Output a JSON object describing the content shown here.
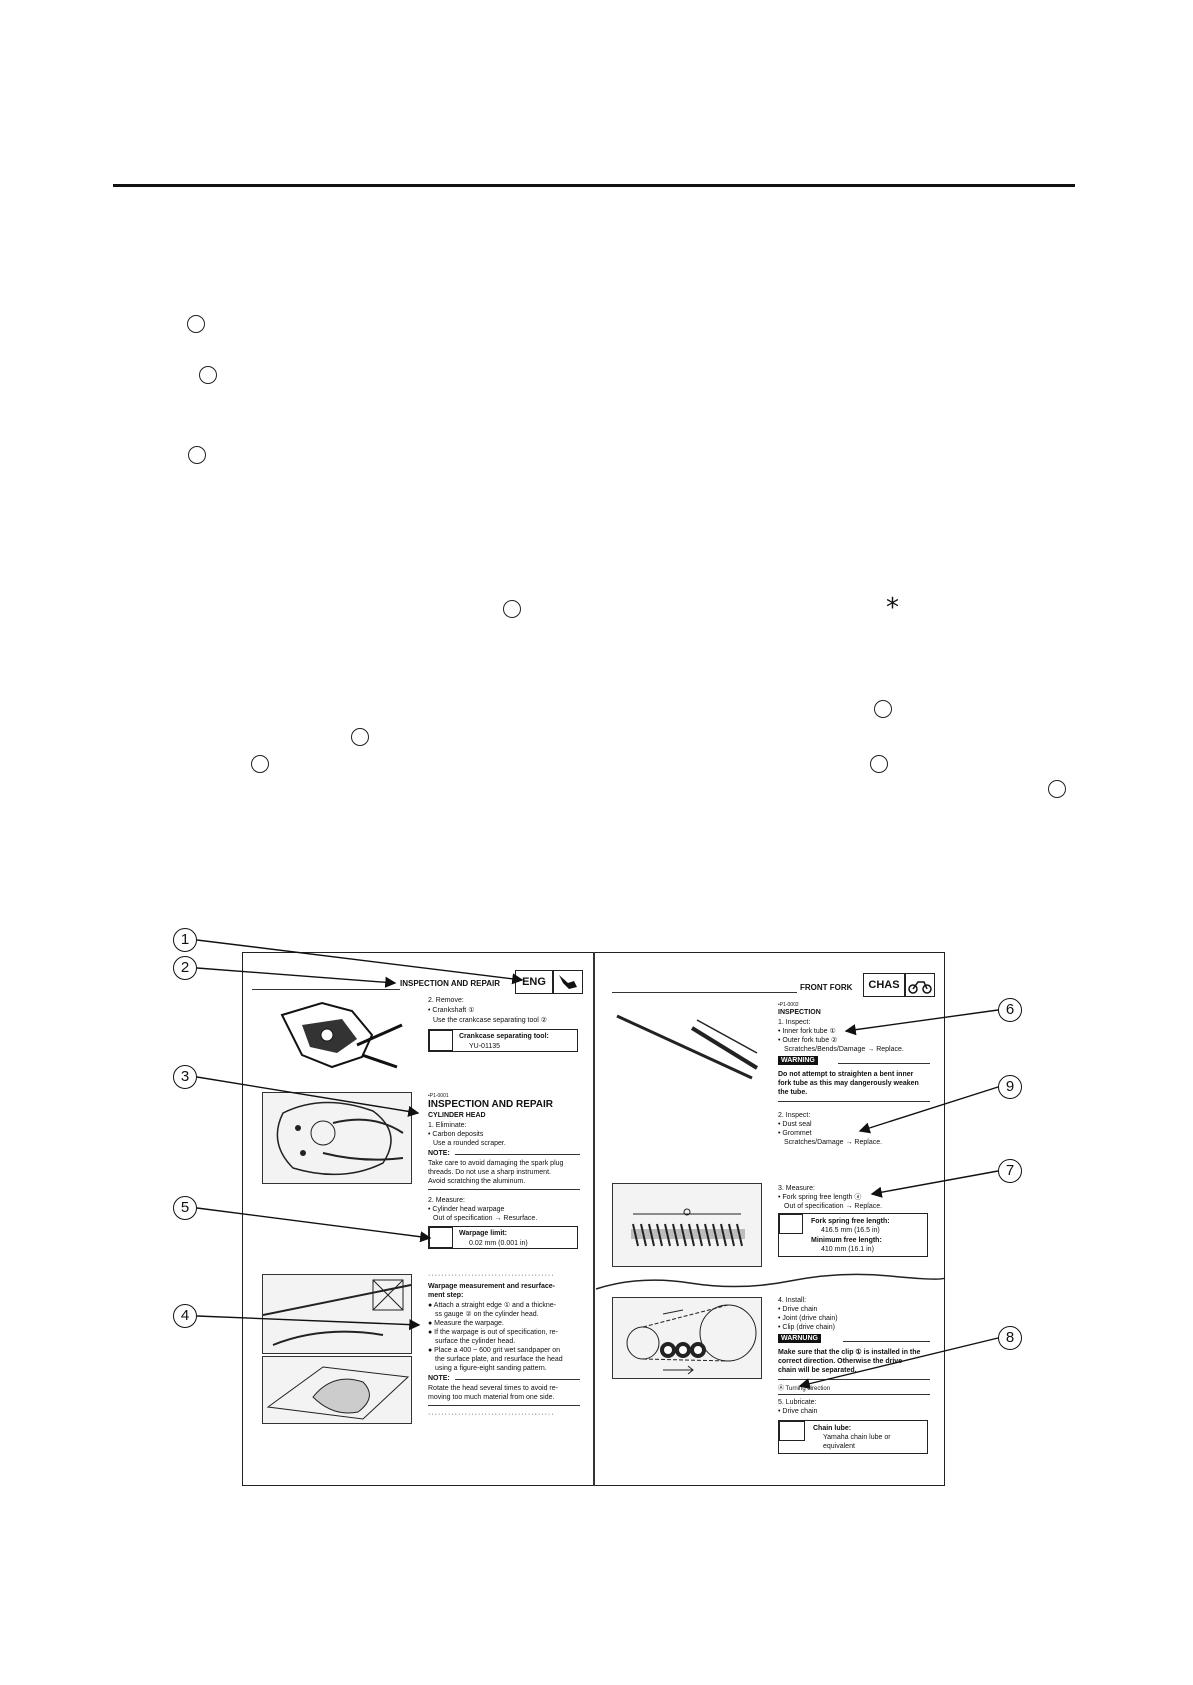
{
  "callouts": [
    "1",
    "2",
    "3",
    "4",
    "5",
    "6",
    "7",
    "8",
    "9"
  ],
  "asterisk": "*",
  "left_page": {
    "header_title": "INSPECTION AND REPAIR",
    "header_badge": "ENG",
    "block1": {
      "step": "2. Remove:",
      "item": "• Crankshaft ①",
      "use": "Use the crankcase separating tool ②",
      "tool_title": "Crankcase separating tool:",
      "tool_number": "YU-01135"
    },
    "section_small": "•P1-0001",
    "section_title": "INSPECTION AND REPAIR",
    "section_sub": "CYLINDER HEAD",
    "eliminate": [
      "1. Eliminate:",
      "• Carbon deposits",
      "Use a rounded scraper."
    ],
    "note1_label": "NOTE:",
    "note1_text": [
      "Take care to avoid damaging the spark plug",
      "threads. Do not use a sharp instrument.",
      "Avoid scratching the aluminum."
    ],
    "measure": [
      "2. Measure:",
      "• Cylinder head warpage",
      "Out of specification → Resurface."
    ],
    "warpage_title": "Warpage limit:",
    "warpage_value": "0.02 mm (0.001 in)",
    "steps_title": [
      "Warpage measurement and resurface-",
      "ment step:"
    ],
    "steps": [
      "● Attach a straight edge ① and a thickne-",
      "ss gauge ② on the cylinder head.",
      "● Measure the warpage.",
      "● If the warpage is out of specification, re-",
      "surface the cylinder head.",
      "● Place a 400 ~ 600 grit wet sandpaper on",
      "the surface plate, and resurface the head",
      "using a figure-eight sanding pattern."
    ],
    "note2_label": "NOTE:",
    "note2_text": [
      "Rotate the head several times to avoid re-",
      "moving too much material from one side."
    ]
  },
  "right_page": {
    "header_title": "FRONT FORK",
    "header_badge": "CHAS",
    "small_code": "•P1-0002",
    "inspection_title": "INSPECTION",
    "inspect1": [
      "1. Inspect:",
      "• Inner fork tube ①",
      "• Outer fork tube ②",
      "Scratches/Bends/Damage → Replace."
    ],
    "warning_label": "WARNING",
    "warning_text": [
      "Do not attempt to straighten a bent inner",
      "fork tube as this may dangerously weaken",
      "the tube."
    ],
    "inspect2": [
      "2. Inspect:",
      "• Dust seal",
      "• Grommet",
      "Scratches/Damage → Replace."
    ],
    "measure3": [
      "3. Measure:",
      "• Fork spring free length ⓐ",
      "Out of specification → Replace."
    ],
    "spring_box": [
      "Fork spring free length:",
      "416.5 mm (16.5 in)",
      "Minimum free length:",
      "410 mm (16.1 in)"
    ],
    "install": [
      "4. Install:",
      "• Drive chain",
      "• Joint (drive chain)",
      "• Clip (drive chain)"
    ],
    "warnung_label": "WARNUNG",
    "warnung_text": [
      "Make sure that the clip ① is installed in the",
      "correct direction. Otherwise the drive",
      "chain will be separated."
    ],
    "turning": "Ⓐ Turning direction",
    "lubricate": [
      "5. Lubricate:",
      "• Drive chain"
    ],
    "lube_box": [
      "Chain lube:",
      "Yamaha chain lube or",
      "equivalent"
    ]
  },
  "colors": {
    "ink": "#111111",
    "paper": "#ffffff"
  }
}
